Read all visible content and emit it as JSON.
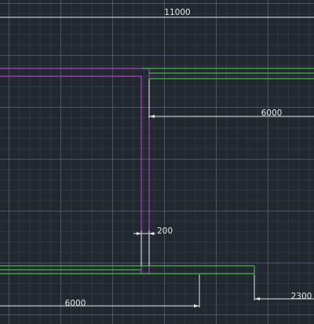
{
  "viewport": {
    "background": "#212830"
  },
  "colors": {
    "wall_magenta": "#b43cc8",
    "wall_green": "#46b446",
    "dimension": "#e6e6e6"
  },
  "dimensions": {
    "top_total": "11000",
    "right_span": "6000",
    "wall_thickness": "200",
    "bottom_span": "6000",
    "bottom_right_offset": "2300"
  }
}
